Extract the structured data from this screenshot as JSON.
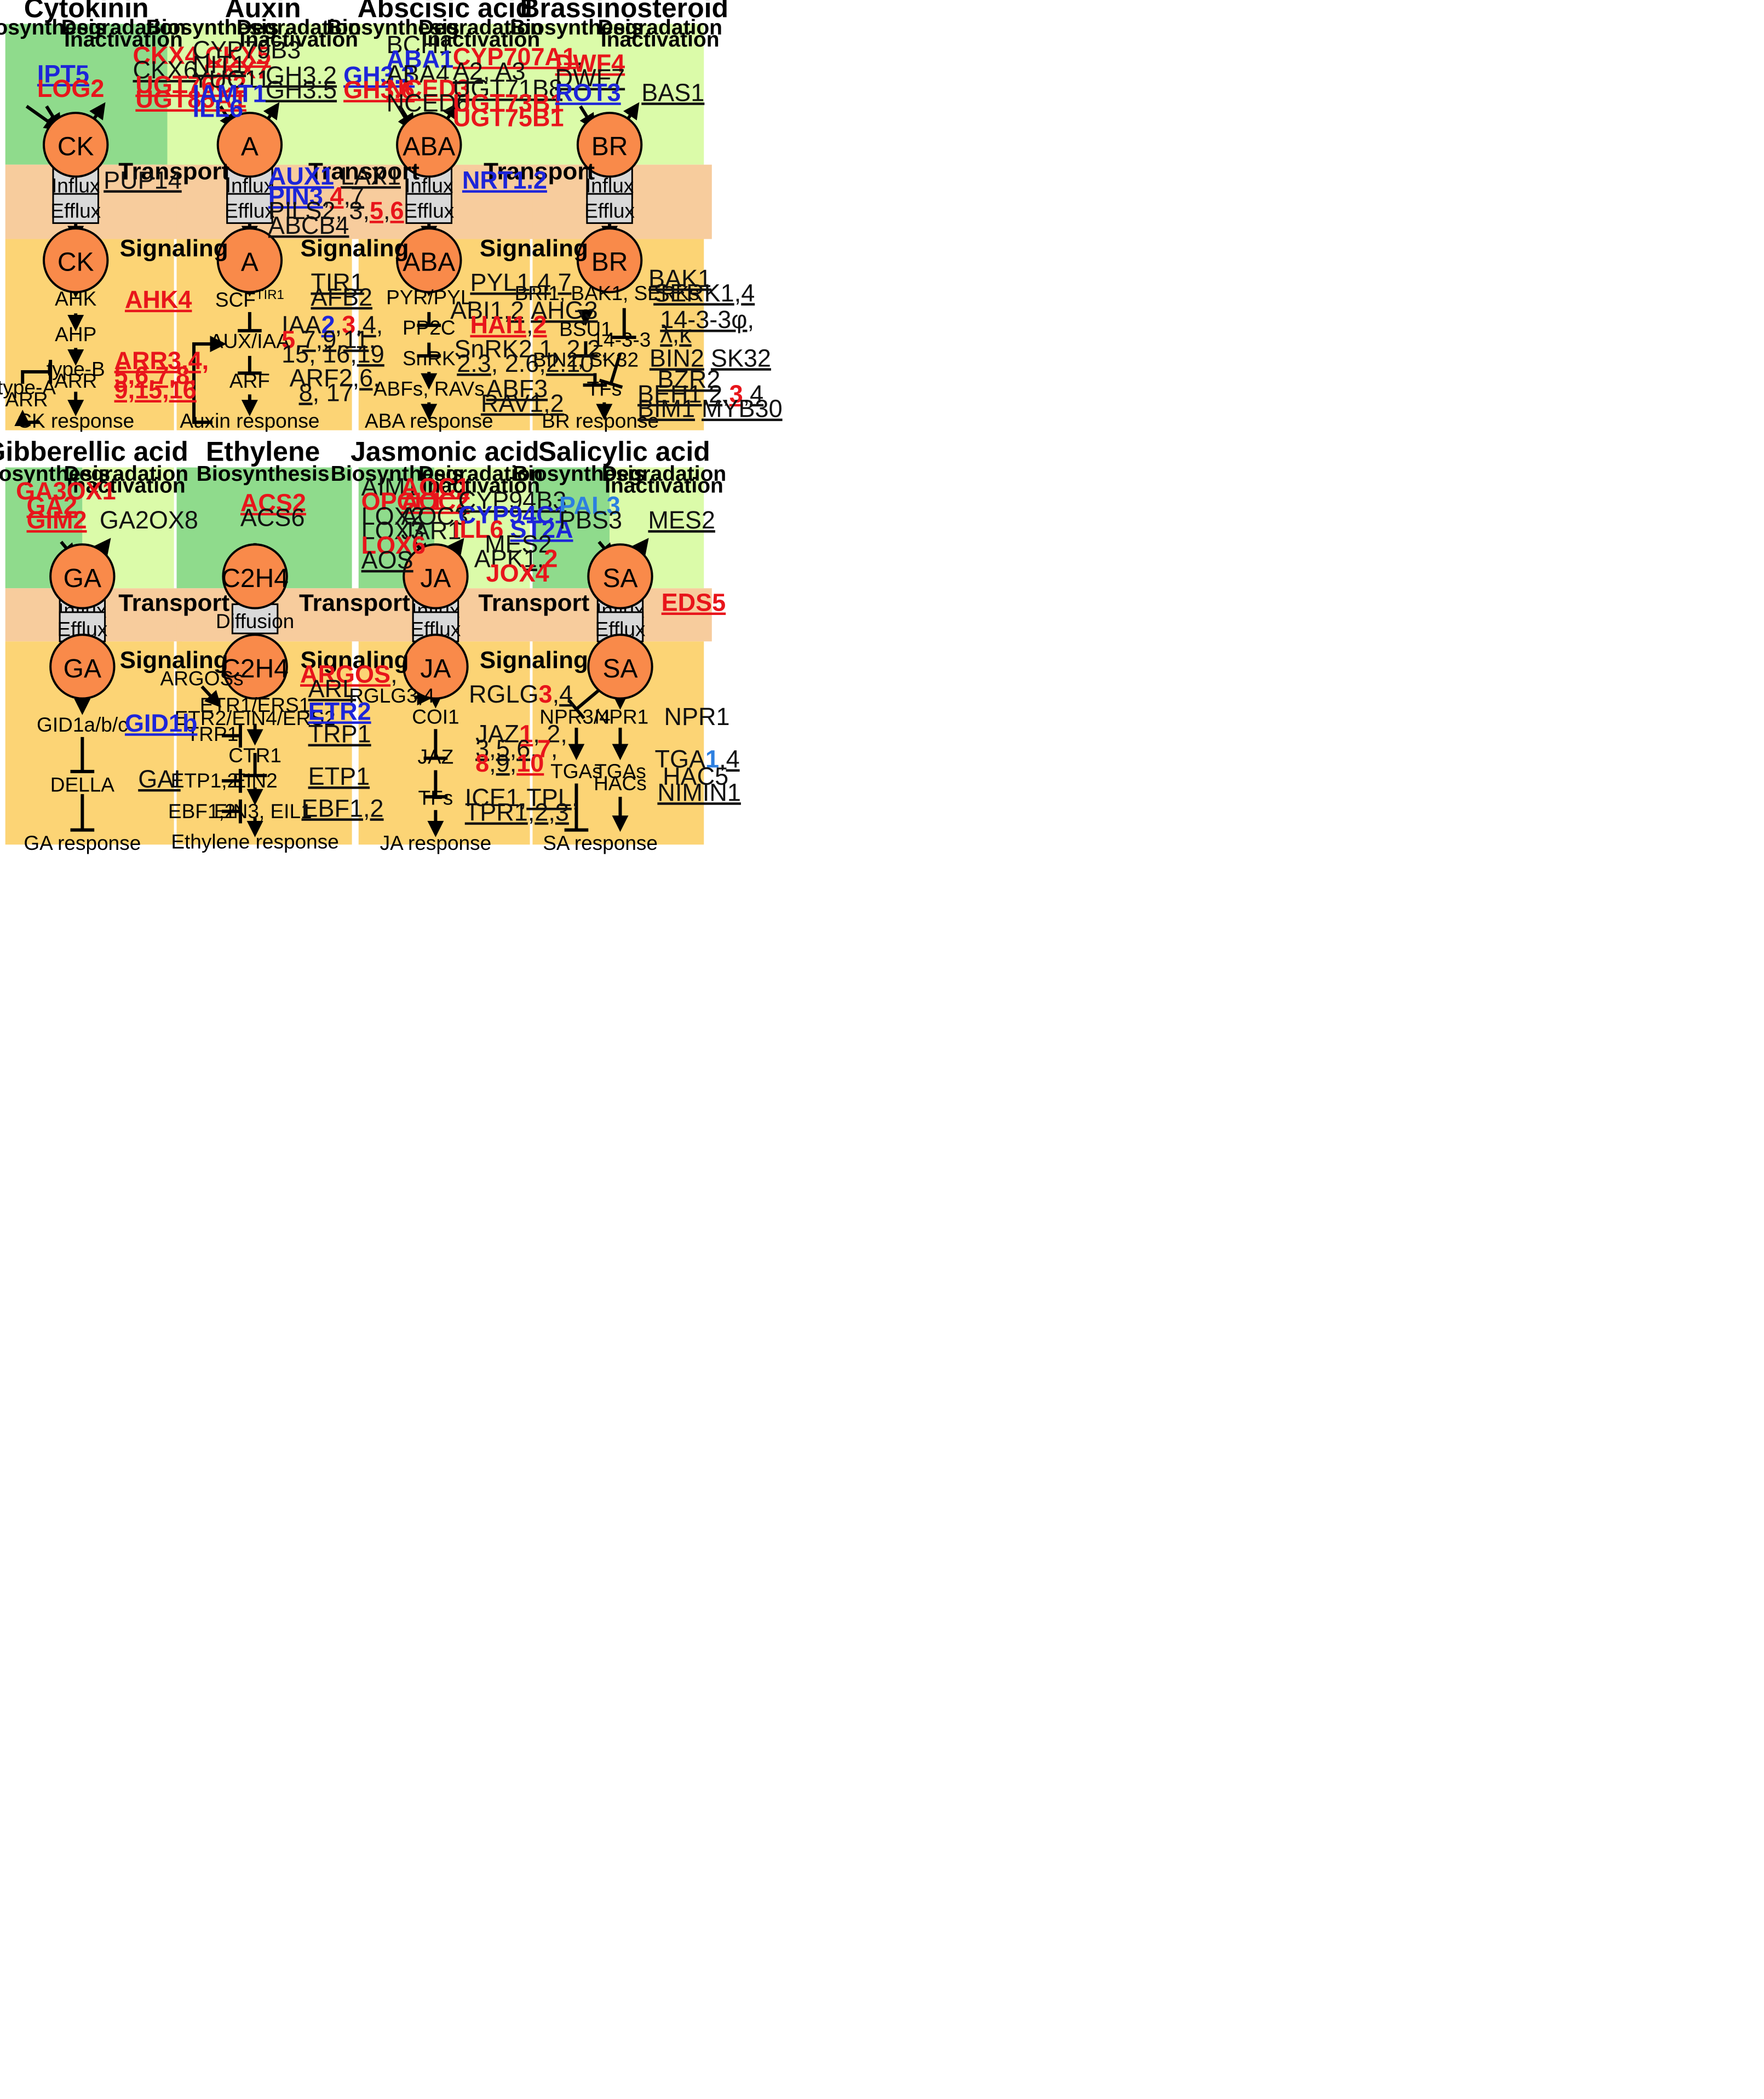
{
  "colors": {
    "biosynthesis": "#8fdb8c",
    "degradation": "#dbfba9",
    "transport": "#f7cc9d",
    "signaling": "#fcd475",
    "circle": "#f98a4a",
    "box": "#d9d9d9",
    "red": "#e8151b",
    "blue": "#1d25d9",
    "lightblue": "#2d7fe0",
    "black": "#111111"
  },
  "labels": {
    "biosynthesis": "Biosynthesis",
    "degradation": "Degradation",
    "inactivation": "Inactivation",
    "transport": "Transport",
    "signaling": "Signaling",
    "influx": "Influx",
    "efflux": "Efflux",
    "diffusion": "Diffusion"
  },
  "panels": {
    "cytokinin": {
      "title": "Cytokinin",
      "abbr": "CK",
      "biosynthesis": [
        "IPT5",
        "LOG2"
      ],
      "degradation": [
        "CKX4",
        "CKX5",
        "CKX6",
        "CKX7",
        "UGT76C2",
        "UGT85A1"
      ],
      "transport": [
        "PUP14"
      ],
      "pathway": [
        "AHK",
        "AHP",
        "type-B",
        "ARR",
        "type-A",
        "ARR",
        "CK response"
      ],
      "signaling_genes": [
        "AHK4",
        "ARR3,",
        "4,",
        "5,",
        "6,",
        "7,",
        "8,",
        "9,",
        "15,",
        "16"
      ]
    },
    "auxin": {
      "title": "Auxin",
      "abbr": "A",
      "biosynthesis": [
        "CYP79B3",
        "NIT1",
        "YUC11",
        "IAMT1",
        "ILL6"
      ],
      "degradation": [
        "GH3.2",
        "GH3.3",
        "GH3.5",
        "GH3.6"
      ],
      "transport": [
        "AUX1",
        "LAX1",
        "PIN3",
        ",",
        "4",
        ",",
        "7",
        "PILS2, 3,",
        "5",
        ",",
        "6",
        "ABCB4"
      ],
      "pathway": [
        "SCF",
        "TIR1",
        "AUX/IAA",
        "ARF",
        "Auxin response"
      ],
      "signaling_genes": [
        "TIR1",
        "AFB2",
        "IAA",
        "2",
        ",",
        "3",
        ",",
        "4",
        ",",
        "5",
        ",",
        "7",
        ",",
        "9",
        ",",
        "11",
        ",",
        "15, 16,",
        "19",
        "ARF2,",
        "6,",
        "8",
        ", 17"
      ]
    },
    "aba": {
      "title": "Abscisic acid",
      "abbr": "ABA",
      "biosynthesis": [
        "BCH1",
        "ABA1",
        "ABA4",
        "NCED3",
        "NCED6"
      ],
      "degradation": [
        "CYP707A1",
        ",",
        "A2",
        ", A3",
        "UGT71B8",
        "UGT73B1",
        "UGT75B1"
      ],
      "transport": [
        "NRT1.2"
      ],
      "pathway": [
        "PYR/PYL",
        "PP2C",
        "SnRK",
        "ABFs, RAVs",
        "ABA response"
      ],
      "signaling_genes": [
        "PYL1",
        ",",
        "4",
        ",",
        "7",
        "ABI1,",
        "2",
        "AHG3",
        "HAI1",
        ",",
        "2",
        "SnRK2.1, 2.2,",
        "2.3",
        ", 2.6,",
        "2.10",
        "ABF3",
        "RAV1",
        ",",
        "2"
      ]
    },
    "br": {
      "title": "Brassinosteroid",
      "abbr": "BR",
      "biosynthesis": [
        "DWF4",
        "DWF7",
        "ROT3"
      ],
      "degradation": [
        "BAS1"
      ],
      "pathway": [
        "BRI1, BAK1, SERKs",
        "BSU1",
        "14-3-3",
        "BIN2, SK32",
        "TFs",
        "BR response"
      ],
      "signaling_genes": [
        "BAK1",
        "SERK1",
        ",",
        "4",
        "14-3-3φ",
        ",",
        "λ",
        ",",
        "κ",
        "BIN2",
        "SK32",
        "BZR2",
        "BEH1",
        ",",
        "2",
        ",",
        "3",
        ",",
        "4",
        "BIM1",
        "MYB30"
      ]
    },
    "ga": {
      "title": "Gibberellic acid",
      "abbr": "GA",
      "biosynthesis": [
        "GA3OX1",
        "GA2",
        "GIM2"
      ],
      "degradation": [
        "GA2OX8"
      ],
      "pathway": [
        "GID1a/b/c",
        "DELLA",
        "GA response"
      ],
      "signaling_genes": [
        "GID1b",
        "GAI"
      ]
    },
    "ethylene": {
      "title": "Ethylene",
      "abbr": "C2H4",
      "biosynthesis": [
        "ACS2",
        "ACS6"
      ],
      "pathway": [
        "ARGOSs",
        "ETR1/ERS1",
        "ETR2/EIN4/ERS2",
        "TRP1",
        "CTR1",
        "ETP1,2",
        "EIN2",
        "EBF1,2",
        "EIN3, EIL1",
        "Ethylene response"
      ],
      "signaling_genes": [
        "ARGOS",
        ",",
        "ARL",
        "ETR2",
        "TRP1",
        "ETP1",
        "EBF1",
        ",",
        "2"
      ]
    },
    "ja": {
      "title": "Jasmonic acid",
      "abbr": "JA",
      "biosynthesis": [
        "AIM1",
        "AOC1",
        "OPCL1",
        "AOC2",
        "LOX2",
        "AOC3",
        "LOX3",
        "JAR1",
        "LOX6",
        "AOS"
      ],
      "degradation": [
        "CYP94B3",
        "CYP94C1",
        "ILL6",
        "ST2A",
        "MES2",
        "APK",
        "1",
        ",",
        "2",
        "JOX4"
      ],
      "pathway": [
        "RGLG3,4",
        "COI1",
        "JAZ",
        "TFs",
        "JA response"
      ],
      "signaling_genes": [
        "RGLG",
        "3",
        ",",
        "4",
        "JAZ",
        "1",
        ", 2,",
        "3",
        ",",
        "5",
        ",",
        "6",
        ",",
        "7",
        ",",
        "8",
        ",",
        "9",
        ",",
        "10",
        "ICE1,",
        "TPL",
        ",",
        "TPR1",
        ",",
        "2",
        ",",
        "3"
      ]
    },
    "sa": {
      "title": "Salicylic acid",
      "abbr": "SA",
      "biosynthesis": [
        "PAL3",
        "PBS3"
      ],
      "degradation": [
        "MES2"
      ],
      "transport": [
        "EDS5"
      ],
      "pathway": [
        "NPR3/4",
        "NPR1",
        "TGAs",
        "TGAs",
        "HACs",
        "SA response"
      ],
      "signaling_genes": [
        "NPR1",
        "TGA",
        "1",
        ",",
        "4",
        "HAC5",
        "NIMIN1"
      ]
    }
  }
}
